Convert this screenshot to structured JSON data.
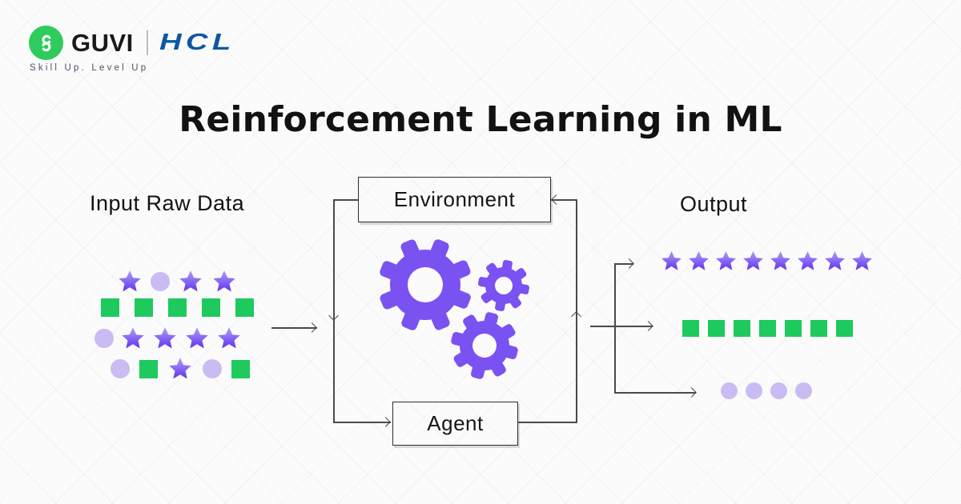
{
  "brand": {
    "guvi_label": "GUVI",
    "hcl_label": "HCL",
    "tagline": "Skill Up. Level Up",
    "colors": {
      "guvi_green": "#2ECC5C",
      "hcl_blue": "#0E57A5"
    }
  },
  "title": "Reinforcement Learning in ML",
  "diagram": {
    "input": {
      "label": "Input Raw Data",
      "rows": [
        {
          "shapes": [
            "star",
            "circle",
            "star",
            "star"
          ]
        },
        {
          "shapes": [
            "square",
            "square",
            "square",
            "square",
            "square"
          ]
        },
        {
          "shapes": [
            "circle",
            "star",
            "star",
            "star",
            "star"
          ]
        },
        {
          "shapes": [
            "circle",
            "square",
            "star",
            "circle",
            "square"
          ]
        }
      ]
    },
    "environment": {
      "label": "Environment"
    },
    "agent": {
      "label": "Agent"
    },
    "output": {
      "label": "Output",
      "rows": [
        {
          "shape": "star",
          "count": 8
        },
        {
          "shape": "square",
          "count": 7
        },
        {
          "shape": "circle",
          "count": 4
        }
      ]
    },
    "colors": {
      "gear_purple": "#7B52F2",
      "star_top": "#AF9DF7",
      "star_bottom": "#6233EE",
      "square_green": "#1EC95E",
      "circle_lavender": "#C9BCF2",
      "line": "#4A4A4A"
    }
  }
}
